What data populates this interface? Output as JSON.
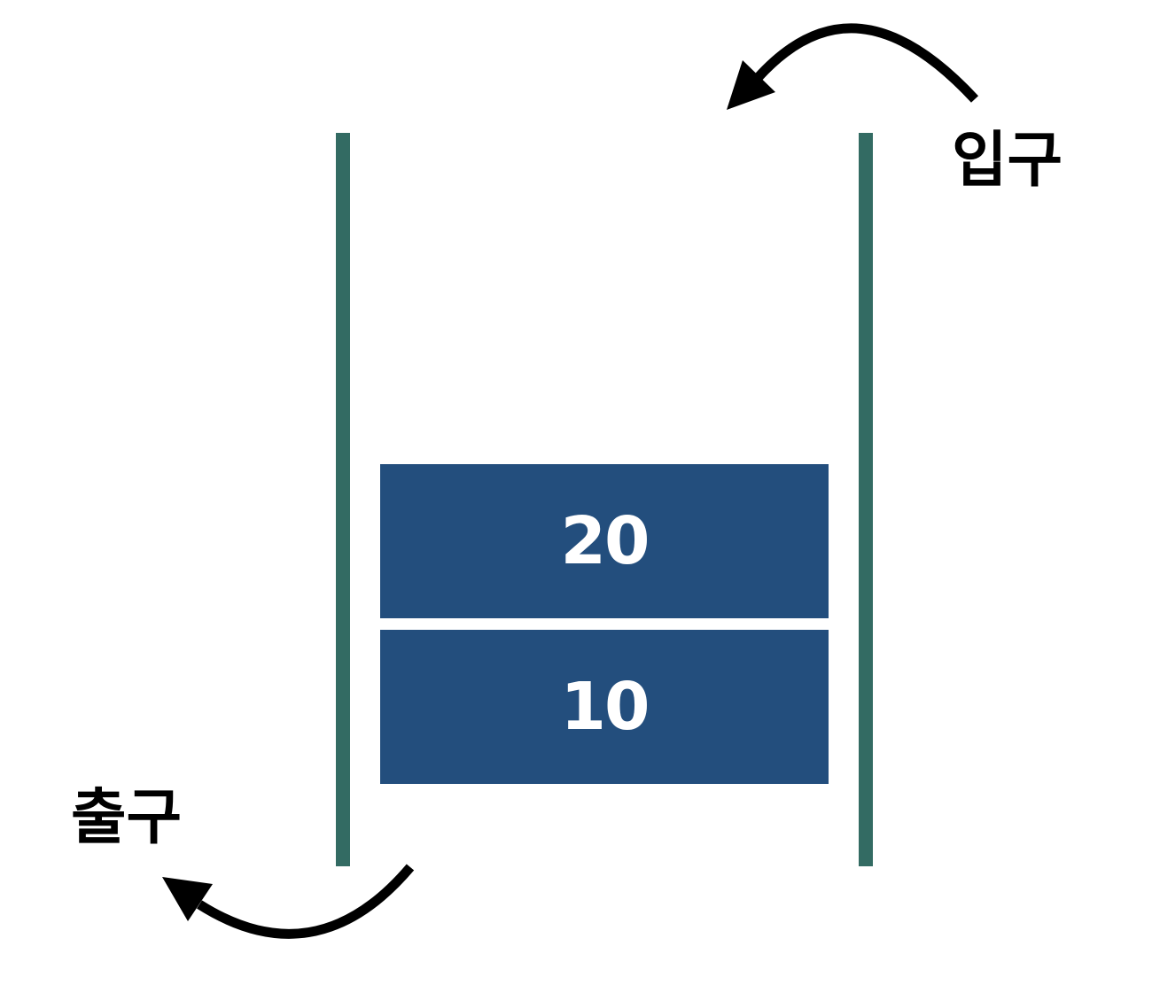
{
  "labels": {
    "entrance": "입구",
    "exit": "출구"
  },
  "stack": {
    "items": [
      "20",
      "10"
    ]
  },
  "colors": {
    "wall": "#336b63",
    "block": "#234e7d",
    "block_text": "#ffffff",
    "arrow": "#000000"
  },
  "icons": {
    "entrance_arrow": "curved-arrow-icon",
    "exit_arrow": "curved-arrow-icon"
  }
}
